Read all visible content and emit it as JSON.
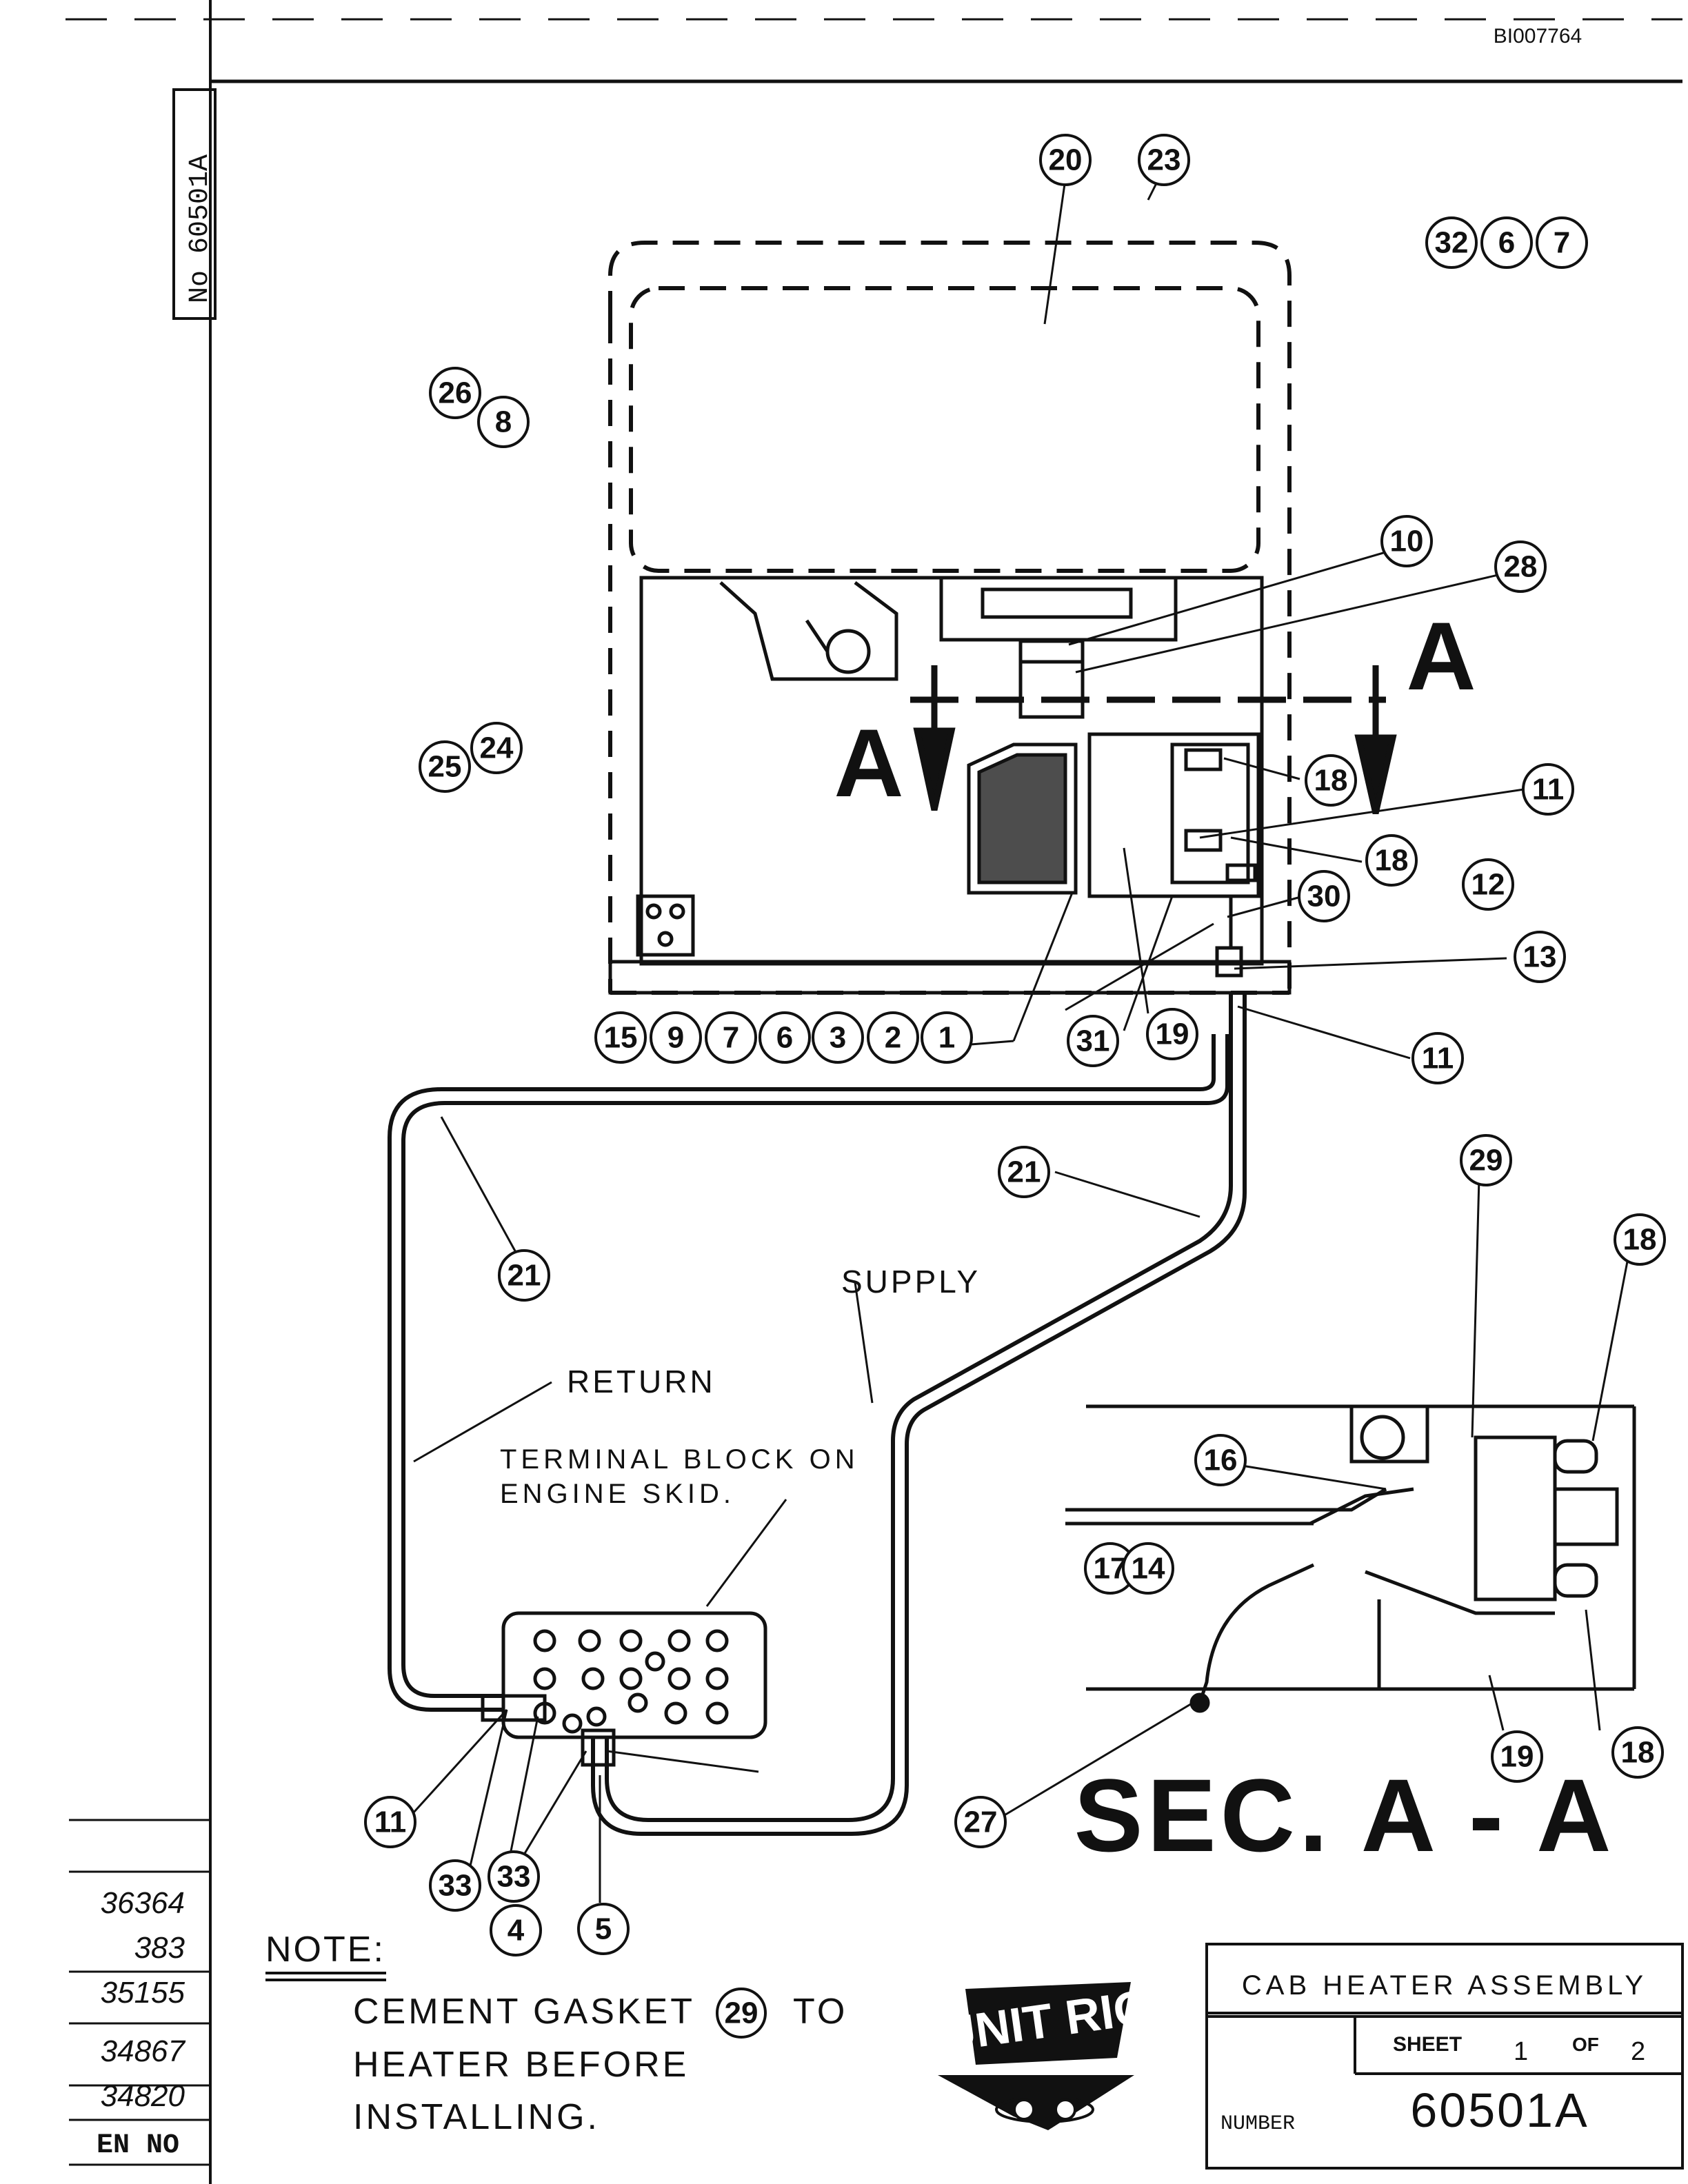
{
  "document_id": "BI007764",
  "drawing_number_vertical": "No 60501A",
  "section_marker": "A",
  "section_title": "SEC. A - A",
  "labels": {
    "supply": "SUPPLY",
    "return": "RETURN",
    "terminal_block_line1": "TERMINAL BLOCK ON",
    "terminal_block_line2": "ENGINE SKID."
  },
  "note": {
    "heading": "NOTE:",
    "line1_before": "CEMENT GASKET",
    "line1_ref": "29",
    "line1_after": "TO",
    "line2": "HEATER BEFORE",
    "line3": "INSTALLING."
  },
  "title_block": {
    "title": "CAB HEATER ASSEMBLY",
    "sheet_label": "SHEET",
    "sheet_number": "1",
    "of_label": "OF",
    "sheet_total": "2",
    "number_label": "NUMBER",
    "number": "60501A",
    "logo_text": "UNIT RIG"
  },
  "revision_block": {
    "entries": [
      "36364",
      "383",
      "35155",
      "34867",
      "34820"
    ],
    "header": "EN NO"
  },
  "callouts": [
    "20",
    "23",
    "32",
    "6",
    "7",
    "26",
    "8",
    "10",
    "28",
    "25",
    "24",
    "18",
    "11",
    "18",
    "12",
    "30",
    "13",
    "15",
    "9",
    "7",
    "6",
    "3",
    "2",
    "1",
    "31",
    "19",
    "11",
    "21",
    "29",
    "18",
    "21",
    "16",
    "17",
    "14",
    "19",
    "18",
    "27",
    "11",
    "33",
    "33",
    "4",
    "5",
    "11"
  ]
}
